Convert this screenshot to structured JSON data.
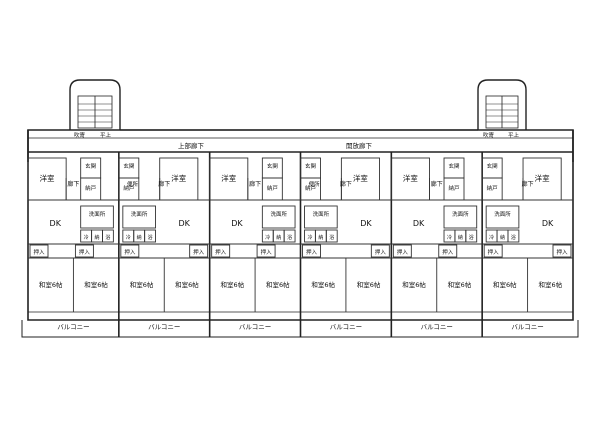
{
  "corridor": {
    "upper_left": "上部廊下",
    "upper_right": "開放廊下"
  },
  "stairs": {
    "left": {
      "hall_left": "吹寄",
      "hall_right": "平上"
    },
    "right": {
      "hall_left": "吹寄",
      "hall_right": "平上"
    }
  },
  "labels": {
    "western": "洋室",
    "corridor": "廊下",
    "entrance": "玄関",
    "closet": "納戸",
    "toilet": "便所",
    "dk": "DK",
    "washroom": "洗面所",
    "fridge": "冷",
    "storage": "納",
    "bath": "浴",
    "oshiire": "押入",
    "japanese": "和室6帖",
    "balcony": "バルコニー"
  },
  "units": [
    {
      "id": 1
    },
    {
      "id": 2
    },
    {
      "id": 3
    },
    {
      "id": 4
    },
    {
      "id": 5
    },
    {
      "id": 6
    }
  ]
}
